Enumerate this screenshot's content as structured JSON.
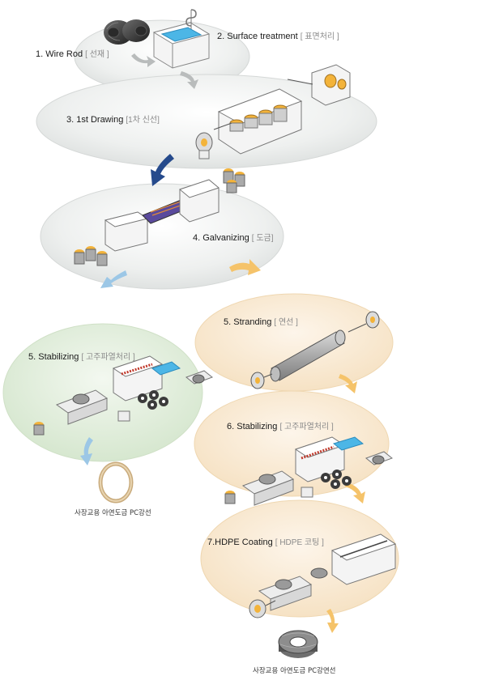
{
  "steps": [
    {
      "label": "1. Wire Rod",
      "ko": "[ 선재 ]"
    },
    {
      "label": "2. Surface treatment",
      "ko": "[ 표면처리 ]"
    },
    {
      "label": "3.  1st Drawing",
      "ko": "[1차 신선]"
    },
    {
      "label": "4. Galvanizing",
      "ko": "[ 도금]"
    },
    {
      "label": "5. Stranding",
      "ko": "[ 연선 ]"
    },
    {
      "label": "5. Stabilizing",
      "ko": "[ 고주파열처리 ]"
    },
    {
      "label": "6. Stabilizing",
      "ko": "[ 고주파열처리 ]"
    },
    {
      "label": "7.HDPE Coating",
      "ko": "[ HDPE 코팅 ]"
    }
  ],
  "products": [
    {
      "caption": "사장교용 아연도금 PC강선"
    },
    {
      "caption": "사장교용 아연도금 PC강연선"
    }
  ],
  "colors": {
    "grey_platform": "#e9ebea",
    "green_platform": "#e2eedd",
    "peach_platform": "#fbecd6",
    "arrow_grey": "#b9bcbc",
    "arrow_blue": "#254a8c",
    "arrow_lightblue": "#9cc7e6",
    "arrow_orange": "#f5c36a",
    "spool_orange": "#f3b33a",
    "bath_blue": "#4cb6e6",
    "furnace_red": "#c0392b"
  }
}
